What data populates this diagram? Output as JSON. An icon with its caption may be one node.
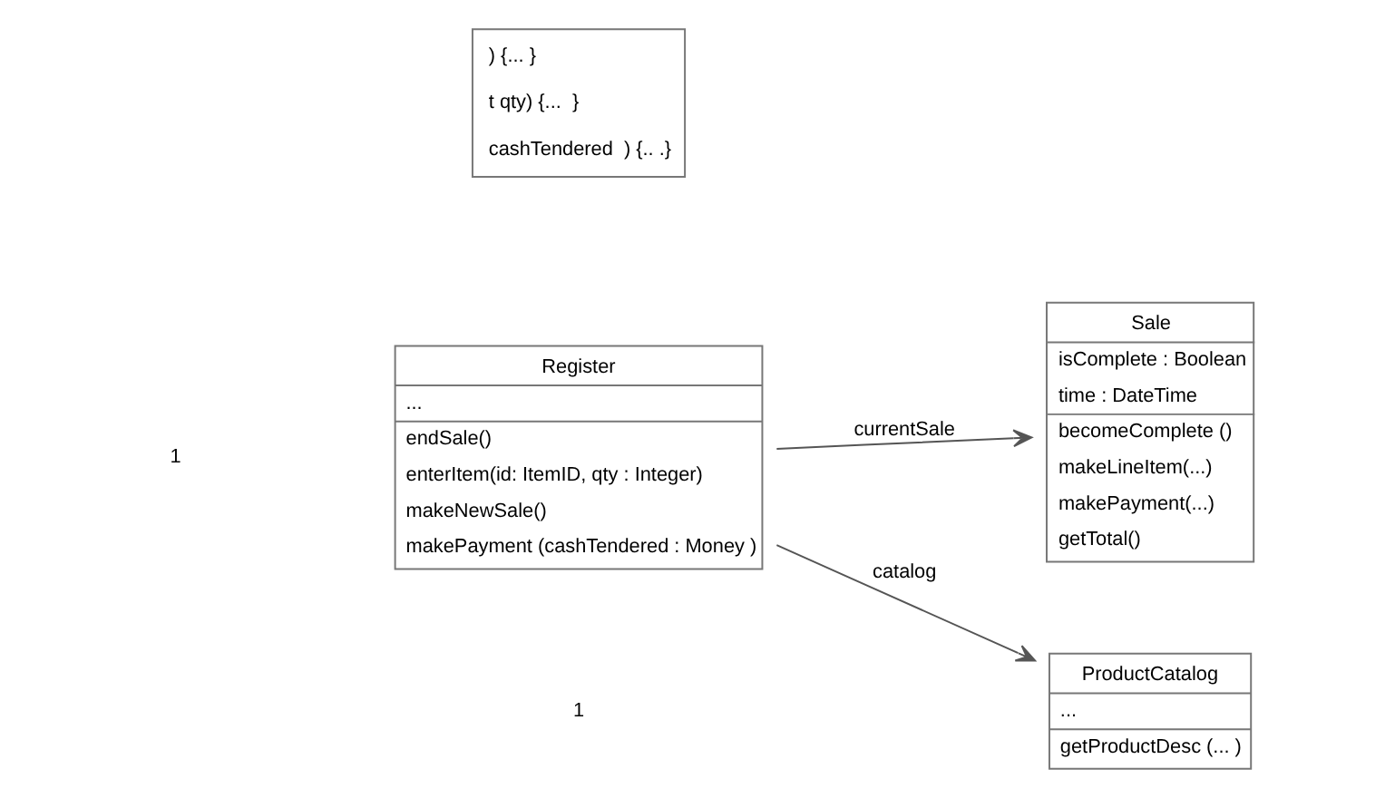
{
  "diagram": {
    "nodes": [
      {
        "text": [
          ") {... }",
          "t qty) {...  }",
          "cashTendered  ) {.. .}"
        ]
      },
      {
        "text": [
          "ProductCatalog",
          "...",
          "getProductDesc (... )"
        ]
      },
      {
        "text": [
          "Register",
          "...",
          "endSale()",
          "enterItem(id: ItemID, qty : Integer)",
          "makeNewSale()",
          "makePayment (cashTendered : Money )"
        ]
      },
      {
        "text": [
          "Sale",
          "isComplete : Boolean",
          "time : DateTime",
          "becomeComplete ()",
          "makeLineItem(...)",
          "makePayment(...)",
          "getTotal()"
        ]
      }
    ],
    "edges": [
      {
        "from": 2,
        "to": 1,
        "arrow": "to",
        "label": "catalog"
      },
      {
        "from": 2,
        "to": 3,
        "arrow": "to",
        "label": "currentSale"
      }
    ],
    "labels": [
      "1",
      "1"
    ]
  }
}
